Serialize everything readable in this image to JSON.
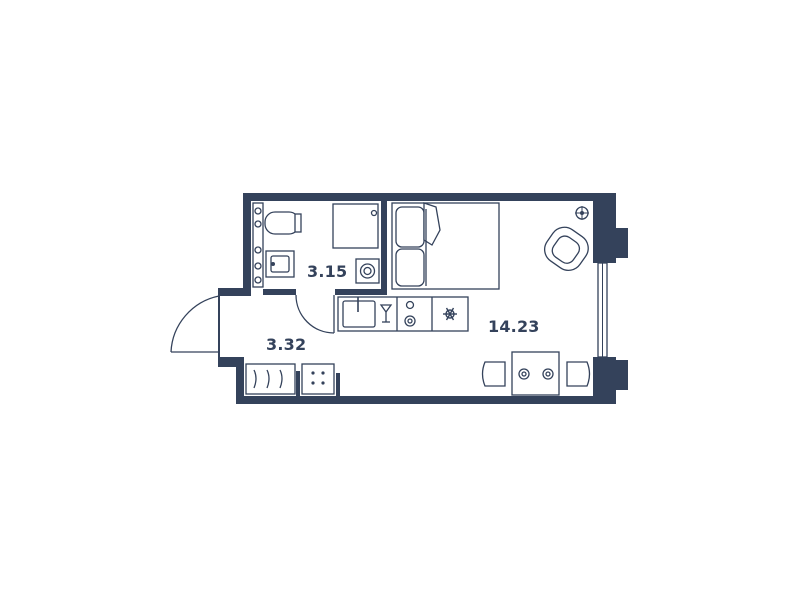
{
  "colors": {
    "wall": "#34425b",
    "background": "#ffffff",
    "furniture": "#ffffff"
  },
  "rooms": [
    {
      "id": "bathroom",
      "area": "3.15"
    },
    {
      "id": "hallway",
      "area": "3.32"
    },
    {
      "id": "living",
      "area": "14.23"
    }
  ],
  "icons": {
    "bathroom": [
      "toilet-icon",
      "sink-icon",
      "shower-icon",
      "washing-machine-icon"
    ],
    "kitchen": [
      "kitchen-sink-icon",
      "faucet-icon",
      "stove-icon",
      "refrigerator-icon"
    ],
    "living": [
      "bed-icon",
      "armchair-icon",
      "dining-table-icon",
      "chair-icon",
      "light-fixture-icon"
    ],
    "hallway": [
      "wardrobe-icon",
      "shoe-cabinet-icon"
    ],
    "openings": [
      "entry-door-icon",
      "window-icon"
    ]
  }
}
